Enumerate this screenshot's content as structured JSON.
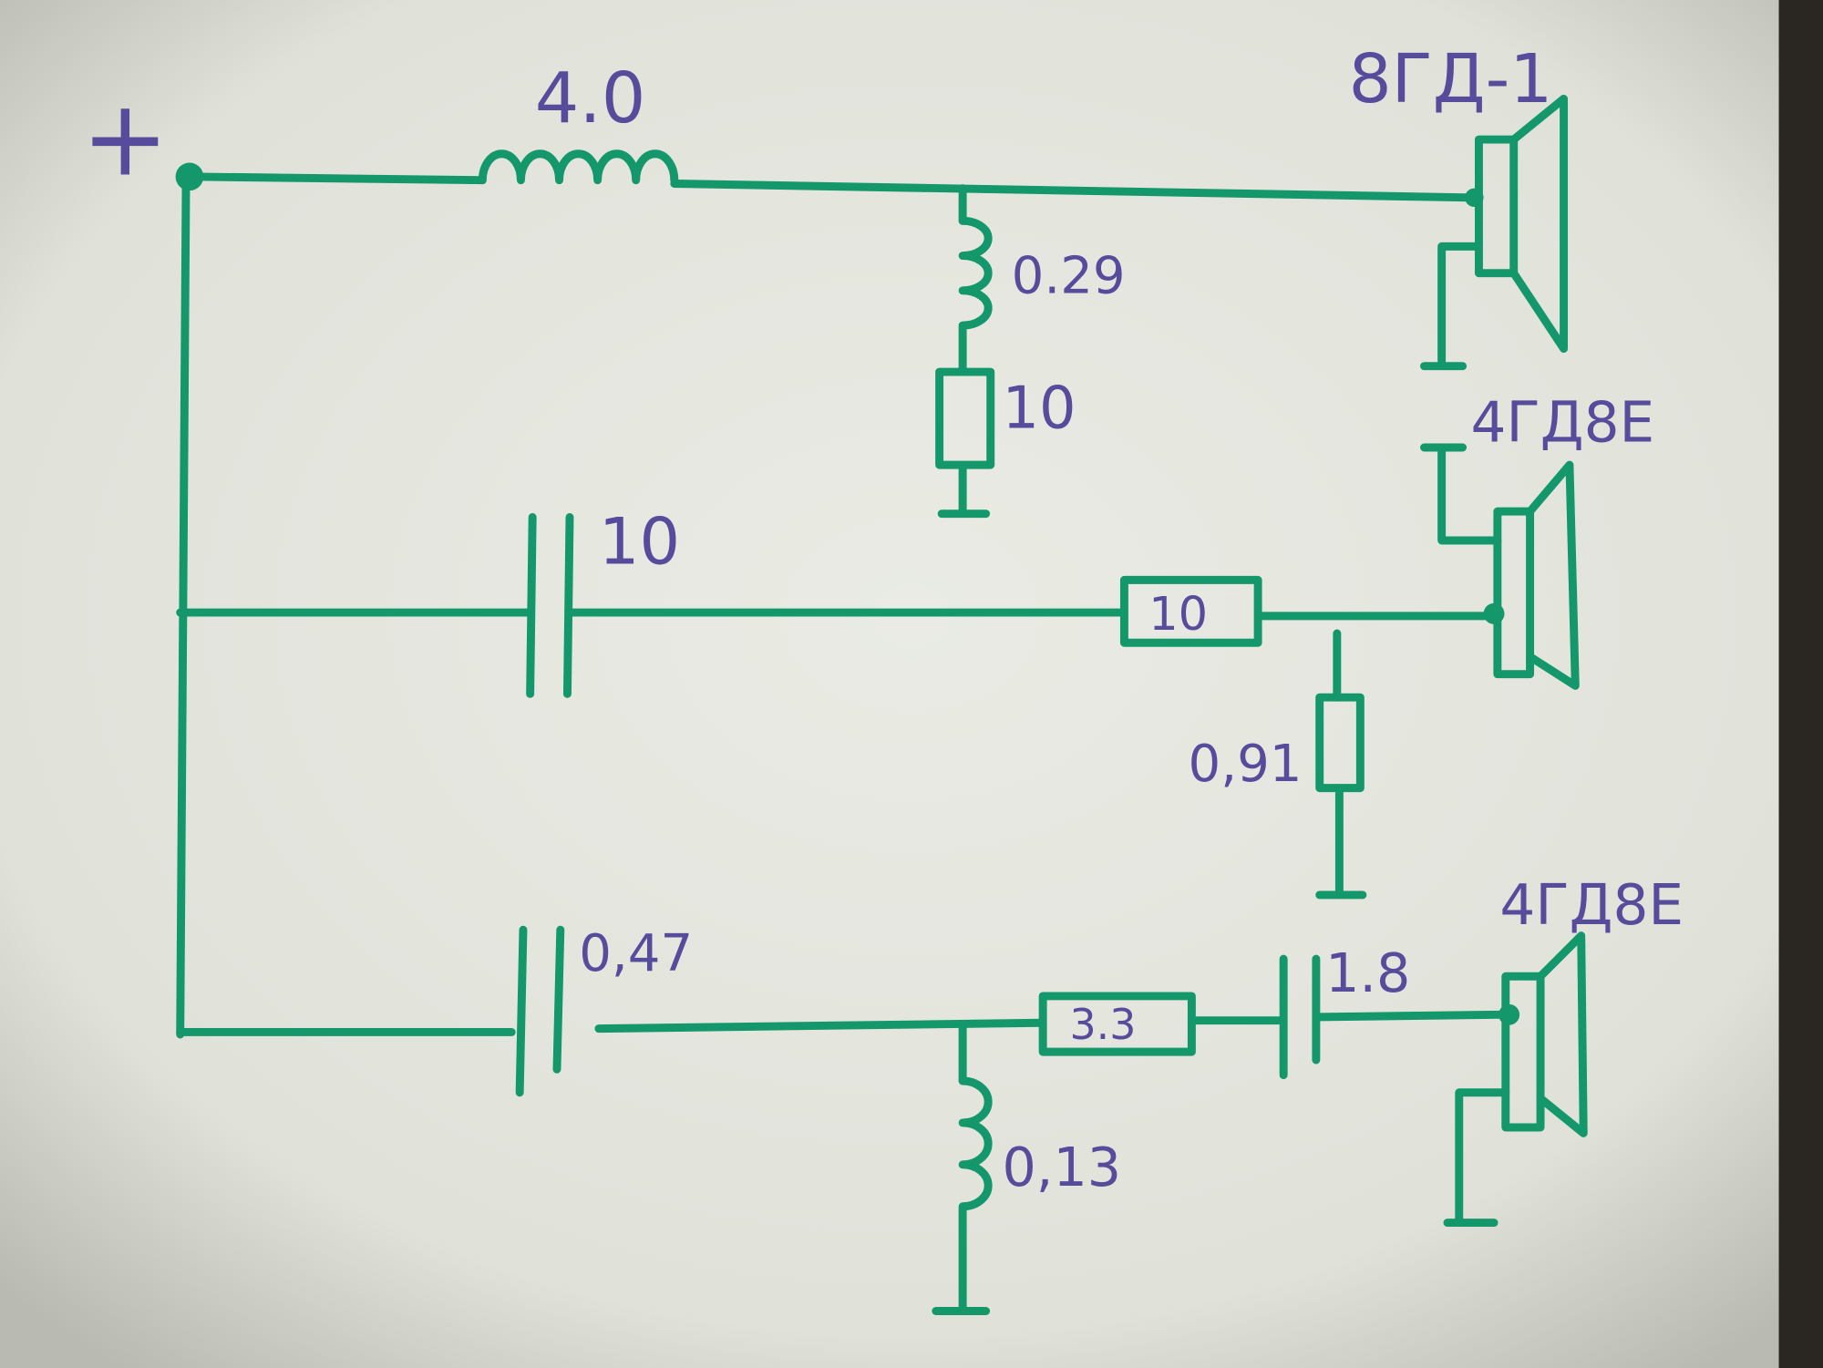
{
  "diagram": {
    "type": "speaker crossover schematic (hand-drawn)",
    "terminal": "+",
    "top_branch": {
      "series_inductor": "4.0",
      "speaker": "8ГД-1",
      "shunt_inductor": "0.29",
      "shunt_resistor": "10"
    },
    "middle_branch": {
      "series_capacitor": "10",
      "series_resistor": "10",
      "speaker": "4ГД8Е",
      "shunt_resistor": "0,91"
    },
    "bottom_branch": {
      "series_capacitor": "0,47",
      "series_resistor": "3.3",
      "second_capacitor": "1.8",
      "speaker": "4ГД8Е",
      "shunt_inductor": "0,13"
    },
    "colors": {
      "wire": "#14976a",
      "ink": "#574c9c",
      "paper": "#e4e6de"
    }
  }
}
